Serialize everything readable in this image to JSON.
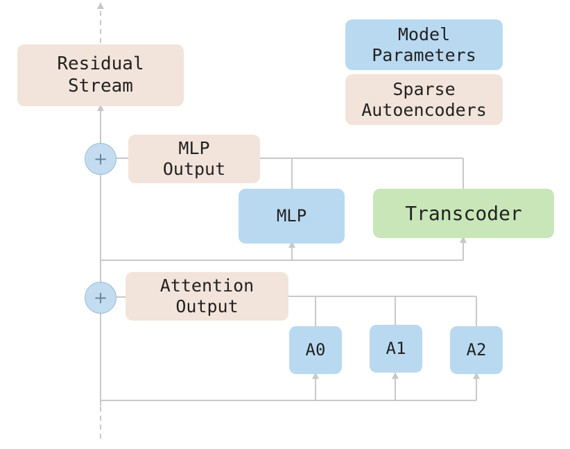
{
  "legend": {
    "model_parameters": "Model\nParameters",
    "sparse_autoencoders": "Sparse\nAutoencoders"
  },
  "residual_stream": "Residual\nStream",
  "mlp_block": {
    "output_label": "MLP\nOutput",
    "mlp_label": "MLP",
    "transcoder_label": "Transcoder",
    "add_symbol": "+"
  },
  "attention_block": {
    "output_label": "Attention\nOutput",
    "heads": [
      "A0",
      "A1",
      "A2"
    ],
    "add_symbol": "+"
  },
  "colors": {
    "sae_fill": "#f2e4da",
    "model_fill": "#b9d9f0",
    "transcoder_fill": "#c8e6b8",
    "wire": "#c8c8c8"
  }
}
